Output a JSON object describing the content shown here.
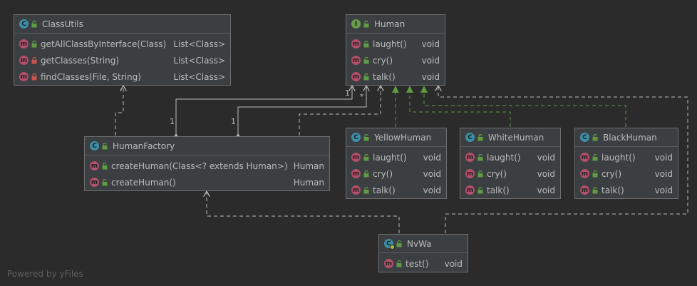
{
  "colors": {
    "background": "#2b2b2b",
    "box": "#3c3f41",
    "edge": "#bbbbbb",
    "implements": "#5e9b42"
  },
  "classes": {
    "class_utils": {
      "name": "ClassUtils",
      "kind_icon": "class-icon",
      "methods": [
        {
          "name": "getAllClassByInterface(Class)",
          "type": "List<Class>",
          "visibility": "public"
        },
        {
          "name": "getClasses(String)",
          "type": "List<Class>",
          "visibility": "private"
        },
        {
          "name": "findClasses(File, String)",
          "type": "List<Class>",
          "visibility": "private"
        }
      ]
    },
    "human": {
      "name": "Human",
      "kind_icon": "interface-icon",
      "methods": [
        {
          "name": "laught()",
          "type": "void",
          "visibility": "public"
        },
        {
          "name": "cry()",
          "type": "void",
          "visibility": "public"
        },
        {
          "name": "talk()",
          "type": "void",
          "visibility": "public"
        }
      ]
    },
    "human_factory": {
      "name": "HumanFactory",
      "kind_icon": "class-icon",
      "methods": [
        {
          "name": "createHuman(Class<? extends Human>)",
          "type": "Human",
          "visibility": "public"
        },
        {
          "name": "createHuman()",
          "type": "Human",
          "visibility": "public"
        }
      ]
    },
    "yellow_human": {
      "name": "YellowHuman",
      "kind_icon": "class-icon",
      "methods": [
        {
          "name": "laught()",
          "type": "void",
          "visibility": "public"
        },
        {
          "name": "cry()",
          "type": "void",
          "visibility": "public"
        },
        {
          "name": "talk()",
          "type": "void",
          "visibility": "public"
        }
      ]
    },
    "white_human": {
      "name": "WhiteHuman",
      "kind_icon": "class-icon",
      "methods": [
        {
          "name": "laught()",
          "type": "void",
          "visibility": "public"
        },
        {
          "name": "cry()",
          "type": "void",
          "visibility": "public"
        },
        {
          "name": "talk()",
          "type": "void",
          "visibility": "public"
        }
      ]
    },
    "black_human": {
      "name": "BlackHuman",
      "kind_icon": "class-icon",
      "methods": [
        {
          "name": "laught()",
          "type": "void",
          "visibility": "public"
        },
        {
          "name": "cry()",
          "type": "void",
          "visibility": "public"
        },
        {
          "name": "talk()",
          "type": "void",
          "visibility": "public"
        }
      ]
    },
    "nvwa": {
      "name": "NvWa",
      "kind_icon": "runnable-class-icon",
      "methods": [
        {
          "name": "test()",
          "type": "void",
          "visibility": "public"
        }
      ]
    }
  },
  "multiplicities": {
    "factory_left_end": "1",
    "factory_right_end": "1",
    "human_left_end": "1",
    "human_right_end": "*"
  },
  "footer": "Powered by yFiles"
}
